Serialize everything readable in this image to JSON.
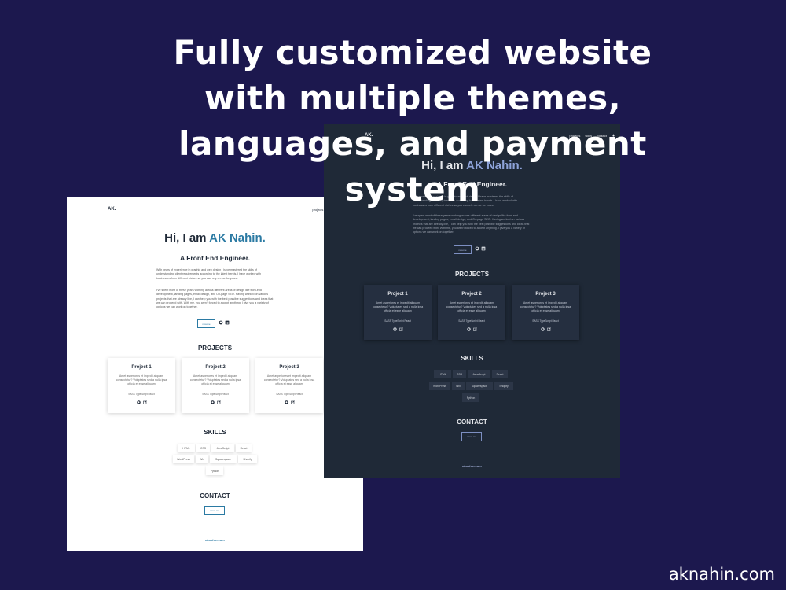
{
  "headline": {
    "line1": "Fully customized website",
    "line2": "with multiple themes,",
    "line3": "languages, and payment",
    "line4": "system"
  },
  "site_url": "aknahin.com",
  "portfolio": {
    "logo": "AK.",
    "nav": [
      "projects",
      "skills",
      "contact"
    ],
    "greeting_prefix": "Hi, I am ",
    "name": "AK Nahin.",
    "subtitle": "A Front End Engineer.",
    "intro_1": "With years of experience in graphic and web design I have mastered the skills of understanding client requirements according to the latest trends. I have worked with businesses from different niches so you can rely on me for yours.",
    "intro_2": "I've spent most of these years working across different areas of design like front-end development, landing pages, email design, and On-page SEO. Having worked on various projects that are already live, I can help you with the best possible suggestions and ideas that we can proceed with. With me, you aren't forced to accept anything. I give you a variety of options we can work on together.",
    "resume_label": "resume",
    "projects_title": "PROJECTS",
    "projects": [
      {
        "title": "Project 1",
        "desc": "Amet asperiores et impedit aliquam consectetur? Voluptates sed a nulla ipsa officia et esse aliquam",
        "tags": "SASS   TypeScript   React"
      },
      {
        "title": "Project 2",
        "desc": "Amet asperiores et impedit aliquam consectetur? Voluptates sed a nulla ipsa officia et esse aliquam",
        "tags": "SASS   TypeScript   React"
      },
      {
        "title": "Project 3",
        "desc": "Amet asperiores et impedit aliquam consectetur? Voluptates sed a nulla ipsa officia et esse aliquam",
        "tags": "SASS   TypeScript   React"
      }
    ],
    "skills_title": "SKILLS",
    "skills": [
      "HTML",
      "CSS",
      "JavaScript",
      "React",
      "WordPress",
      "Wix",
      "Squarespace",
      "Shopify",
      "Python"
    ],
    "contact_title": "CONTACT",
    "email_label": "email me",
    "footer": "aknahin.com"
  },
  "colors": {
    "background": "#1c184e",
    "light_accent": "#2b7aa3",
    "dark_bg": "#1f2937",
    "dark_accent": "#8ea3d9"
  }
}
